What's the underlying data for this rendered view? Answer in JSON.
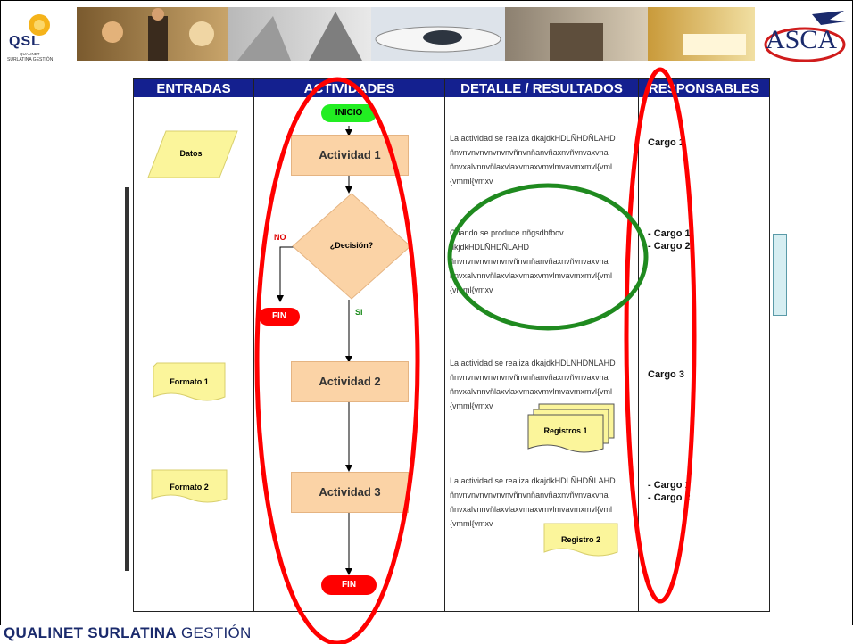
{
  "header": {
    "left_logo_text": "QSL",
    "left_logo_sub1": "QUALINET",
    "left_logo_sub2": "SURLATINA GESTIÓN",
    "right_logo_text": "ASCA"
  },
  "table": {
    "columns": [
      "ENTRADAS",
      "ACTIVIDADES",
      "DETALLE / RESULTADOS",
      "RESPONSABLES"
    ]
  },
  "inputs": [
    "Datos",
    "Formato 1",
    "Formato 2"
  ],
  "flow": {
    "start": "INICIO",
    "activities": [
      "Actividad 1",
      "Actividad 2",
      "Actividad 3"
    ],
    "decision": "¿Decisión?",
    "no_label": "NO",
    "yes_label": "SI",
    "fin_side": "FIN",
    "fin_end": "FIN"
  },
  "details": [
    [
      "La actividad se realiza dkajdkHDLÑHDÑLAHD",
      "ñnvnvnvnvnvnvnvñnvnñanvñaxnvñvnvaxvna",
      "ñnvxalvnnvñlaxvlaxvmaxvmvlmvavmxmvl{vml",
      "{vmml{vmxv"
    ],
    [
      "Cuando se produce nñgsdbfbov",
      "dkjdkHDLÑHDÑLAHD",
      "ñnvnvnvnvnvnvnvñnvnñanvñaxnvñvnvaxvna",
      "ñnvxalvnnvñlaxvlaxvmaxvmvlmvavmxmvl{vml",
      "{vmml{vmxv"
    ],
    [
      "La actividad se realiza dkajdkHDLÑHDÑLAHD",
      "ñnvnvnvnvnvnvnvñnvnñanvñaxnvñvnvaxvna",
      "ñnvxalvnnvñlaxvlaxvmaxvmvlmvavmxmvl{vml",
      "{vmml{vmxv"
    ],
    [
      "La actividad se realiza dkajdkHDLÑHDÑLAHD",
      "ñnvnvnvnvnvnvnvñnvnñanvñaxnvñvnvaxvna",
      "ñnvxalvnnvñlaxvlaxvmaxvmvlmvavmxmvl{vml",
      "{vmml{vmxv"
    ]
  ],
  "documents": [
    "Registros 1",
    "Registro 2"
  ],
  "responsables": [
    "Cargo 1",
    "- Cargo 1\n- Cargo 2",
    "Cargo 3",
    "- Cargo 1\n- Cargo 2"
  ],
  "footer": {
    "bold": "QUALINET SURLATINA",
    "light": "GESTIÓN"
  },
  "colors": {
    "header_bg": "#14208f",
    "activity_fill": "#fbd3a6",
    "input_fill": "#fbf59b",
    "start_fill": "#22ee22",
    "end_fill": "#ff0000",
    "highlight_red": "#ff0000",
    "highlight_green": "#1f8a1f"
  }
}
